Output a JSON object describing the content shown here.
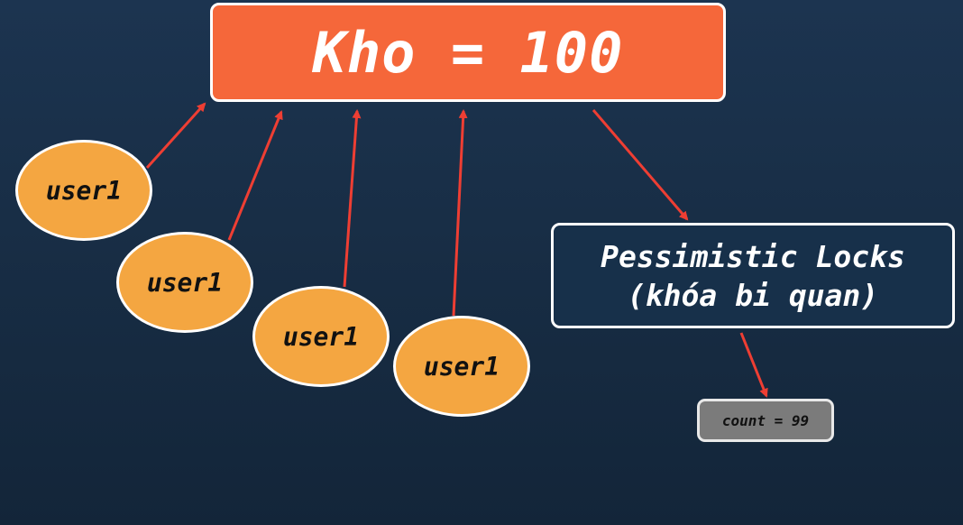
{
  "main": {
    "kho_label": "Kho = 100",
    "users": [
      {
        "label": "user1"
      },
      {
        "label": "user1"
      },
      {
        "label": "user1"
      },
      {
        "label": "user1"
      }
    ],
    "lock": {
      "line1": "Pessimistic Locks",
      "line2": "(khóa bi quan)"
    },
    "count_label": "count = 99"
  },
  "colors": {
    "background": "#1a3149",
    "kho_fill": "#f5673a",
    "user_fill": "#f4a641",
    "arrow": "#ee3e33",
    "count_fill": "#7b7b7b",
    "border": "#ffffff"
  }
}
